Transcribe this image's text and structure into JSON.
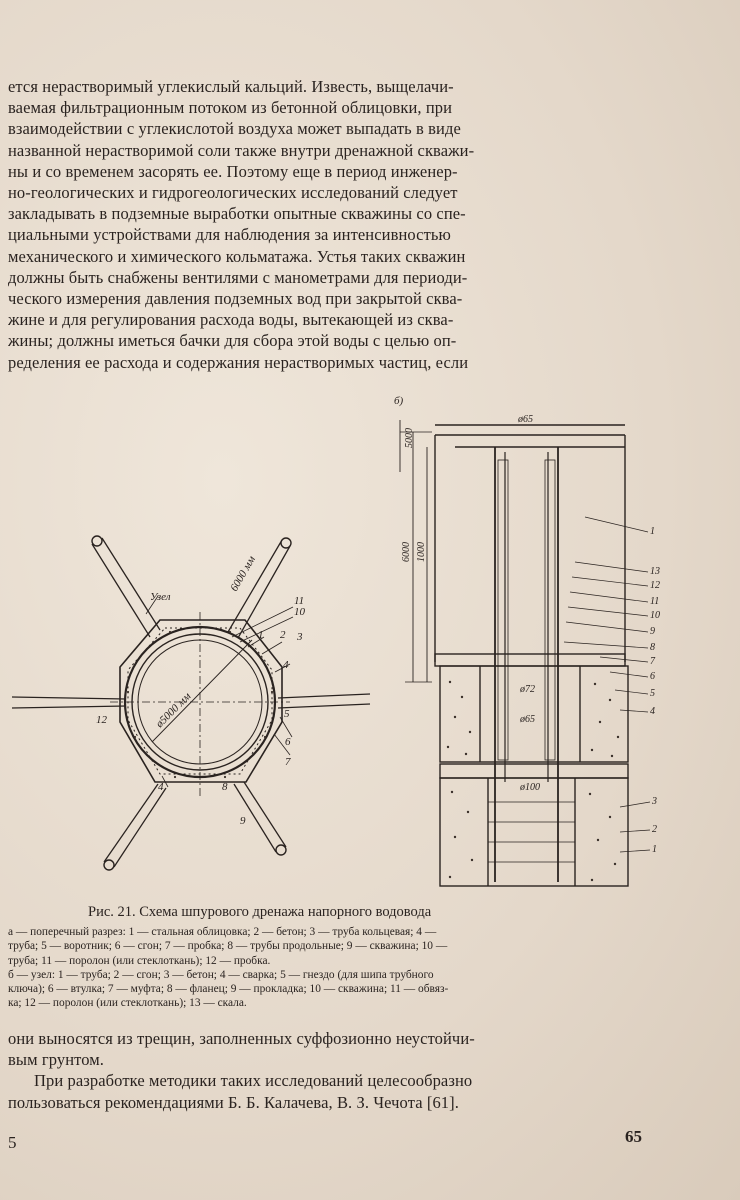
{
  "top_paragraph": [
    "ется нерастворимый углекислый кальций. Известь, выщелачи-",
    "ваемая фильтрационным потоком из бетонной облицовки, при",
    "взаимодействии с углекислотой воздуха может выпадать в виде",
    "названной нерастворимой соли также внутри дренажной скважи-",
    "ны и со временем засорять ее. Поэтому еще в период инженер-",
    "но-геологических и гидрогеологических исследований следует",
    "закладывать в подземные выработки опытные скважины со спе-",
    "циальными устройствами для наблюдения за интенсивностью",
    "механического и химического кольматажа. Устья таких скважин",
    "должны быть снабжены вентилями с манометрами для периоди-",
    "ческого измерения давления подземных вод при закрытой сква-",
    "жине и для регулирования расхода воды, вытекающей из сква-",
    "жины; должны иметься бачки для сбора этой воды с целью оп-",
    "ределения ее расхода и содержания нерастворимых частиц, если"
  ],
  "figure": {
    "part_b_label": "б)",
    "part_a_labels": {
      "node": "Узел",
      "length": "6000 мм",
      "diameter": "ø5000 мм",
      "numbers": [
        "11",
        "10",
        "1",
        "2",
        "3",
        "4",
        "5",
        "6",
        "7",
        "12",
        "4",
        "8",
        "9"
      ]
    },
    "part_b_dims": {
      "d_top": "ø65",
      "dim_5000": "5000",
      "dim_6000": "6000",
      "dim_1000": "1000",
      "d_72": "ø72",
      "d_65": "ø65",
      "d_100": "ø100",
      "right_numbers": [
        "1",
        "13",
        "12",
        "11",
        "10",
        "9",
        "8",
        "7",
        "6",
        "5",
        "4",
        "3",
        "2",
        "1"
      ]
    }
  },
  "caption": "Рис. 21. Схема шпурового дренажа напорного водовода",
  "legend": [
    "а — поперечный разрез: 1 — стальная облицовка; 2 — бетон; 3 — труба кольцевая; 4 —",
    "труба; 5 — воротник; 6 — сгон; 7 — пробка; 8 — трубы продольные; 9 — скважина; 10 —",
    "труба; 11 — поролон (или стеклоткань); 12 — пробка.",
    "б — узел: 1 — труба; 2 — сгон; 3 — бетон; 4 — сварка; 5 — гнездо (для шипа трубного",
    "ключа); 6 — втулка; 7 — муфта; 8 — фланец; 9 — прокладка; 10 — скважина; 11 — обвяз-",
    "ка; 12 — поролон (или стеклоткань); 13 — скала."
  ],
  "bottom_paragraph": [
    "они выносятся из трещин, заполненных суффозионно неустойчи-",
    "вым грунтом.",
    "При разработке методики таких исследований целесообразно",
    "пользоваться рекомендациями Б. Б. Калачева, В. З. Чечота [61]."
  ],
  "page_marks": {
    "left": "5",
    "right": "65"
  }
}
